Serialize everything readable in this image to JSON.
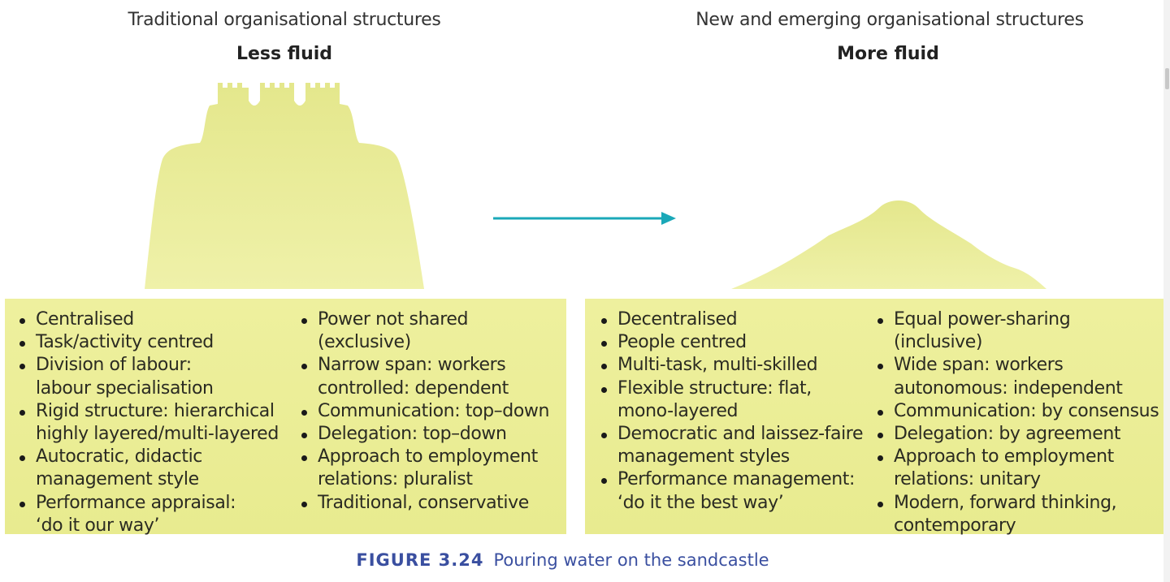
{
  "left": {
    "heading": "Traditional organisational structures",
    "subheading": "Less fluid",
    "col1": [
      [
        "Centralised"
      ],
      [
        "Task/activity centred"
      ],
      [
        "Division of labour:",
        "labour specialisation"
      ],
      [
        "Rigid structure: hierarchical",
        "highly layered/multi-layered"
      ],
      [
        "Autocratic, didactic",
        "management style"
      ],
      [
        "Performance appraisal:",
        "‘do it our way’"
      ]
    ],
    "col2": [
      [
        "Power not shared (exclusive)"
      ],
      [
        "Narrow span: workers",
        "controlled: dependent"
      ],
      [
        "Communication: top–down"
      ],
      [
        "Delegation: top–down"
      ],
      [
        "Approach to employment",
        "relations: pluralist"
      ],
      [
        "Traditional, conservative"
      ]
    ]
  },
  "right": {
    "heading": "New and emerging organisational structures",
    "subheading": "More fluid",
    "col1": [
      [
        "Decentralised"
      ],
      [
        "People centred"
      ],
      [
        "Multi-task, multi-skilled"
      ],
      [
        "Flexible structure: flat,",
        "mono-layered"
      ],
      [
        "Democratic and laissez-faire",
        "management styles"
      ],
      [
        "Performance management:",
        "‘do it the best way’"
      ]
    ],
    "col2": [
      [
        "Equal power-sharing (inclusive)"
      ],
      [
        "Wide span: workers",
        "autonomous: independent"
      ],
      [
        "Communication: by consensus"
      ],
      [
        "Delegation: by agreement"
      ],
      [
        "Approach to employment",
        "relations: unitary"
      ],
      [
        "Modern, forward thinking,",
        "contemporary"
      ]
    ]
  },
  "caption": {
    "number": "FIGURE 3.24",
    "text": "Pouring water on the sandcastle"
  },
  "colors": {
    "sand": "#eaed95",
    "arrow": "#1aa8b8",
    "caption": "#3a4fa0"
  }
}
